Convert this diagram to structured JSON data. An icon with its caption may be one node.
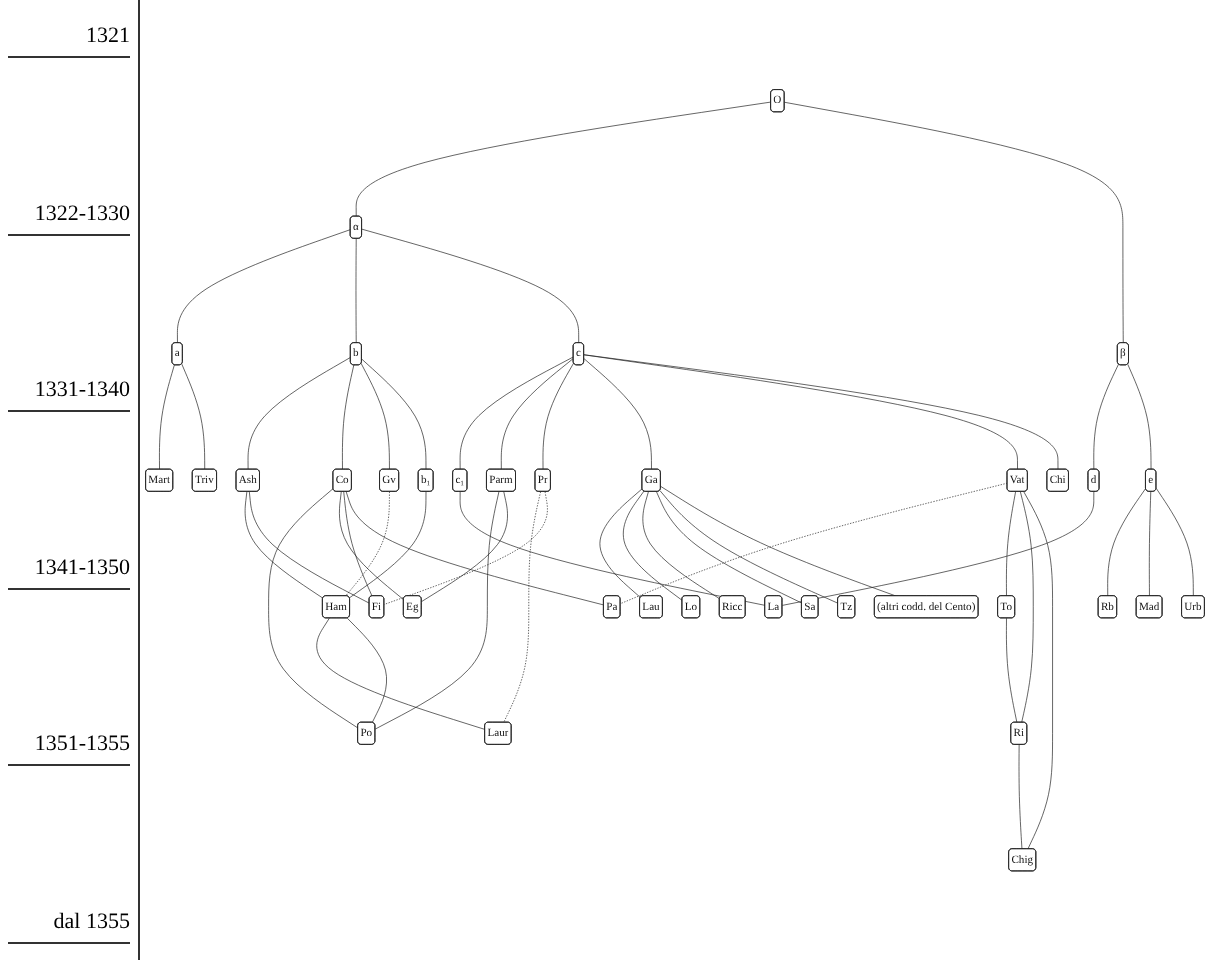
{
  "diagram": {
    "nodes": [
      {
        "text": [
          "O"
        ]
      },
      {
        "text": [
          "α"
        ]
      },
      {
        "text": [
          "β"
        ]
      },
      {
        "text": [
          "a"
        ]
      },
      {
        "text": [
          "b"
        ]
      },
      {
        "text": [
          "c"
        ]
      },
      {
        "text": [
          "d"
        ]
      },
      {
        "text": [
          "e"
        ]
      },
      {
        "text": [
          "Mart"
        ]
      },
      {
        "text": [
          "c₁"
        ]
      },
      {
        "text": [
          "Triv"
        ]
      },
      {
        "text": [
          "Ash"
        ]
      },
      {
        "text": [
          "Co"
        ]
      },
      {
        "text": [
          "Gv"
        ]
      },
      {
        "text": [
          "b₁"
        ]
      },
      {
        "text": [
          "La"
        ]
      },
      {
        "text": [
          "Rb"
        ]
      },
      {
        "text": [
          "Ham"
        ]
      },
      {
        "text": [
          "Parm"
        ]
      },
      {
        "text": [
          "Pr"
        ]
      },
      {
        "text": [
          "Ga"
        ]
      },
      {
        "text": [
          "Vat"
        ]
      },
      {
        "text": [
          "Chi"
        ]
      },
      {
        "text": [
          "Pa"
        ]
      },
      {
        "text": [
          "Mad"
        ]
      },
      {
        "text": [
          "Urb"
        ]
      },
      {
        "text": [
          "Laur"
        ]
      },
      {
        "text": [
          "Po"
        ]
      },
      {
        "text": [
          "Eg"
        ]
      },
      {
        "text": [
          "Fi"
        ]
      },
      {
        "text": [
          "Lau"
        ]
      },
      {
        "text": [
          "Lo"
        ]
      },
      {
        "text": [
          "Ricc"
        ]
      },
      {
        "text": [
          "Sa"
        ]
      },
      {
        "text": [
          "Tz"
        ]
      },
      {
        "text": [
          "(altri codd. del Cento)"
        ]
      },
      {
        "text": [
          "To"
        ]
      },
      {
        "text": [
          "Ri"
        ]
      },
      {
        "text": [
          "Chig"
        ]
      }
    ],
    "edges": [
      {
        "from": 0,
        "to": 1,
        "arrow": "none"
      },
      {
        "from": 0,
        "to": 2,
        "arrow": "none"
      },
      {
        "from": 1,
        "to": 3,
        "arrow": "none"
      },
      {
        "from": 1,
        "to": 4,
        "arrow": "none"
      },
      {
        "from": 1,
        "to": 5,
        "arrow": "none"
      },
      {
        "from": 2,
        "to": 6,
        "arrow": "none"
      },
      {
        "from": 2,
        "to": 7,
        "arrow": "none"
      },
      {
        "from": 3,
        "to": 8,
        "arrow": "none"
      },
      {
        "from": 3,
        "to": 10,
        "arrow": "none"
      },
      {
        "from": 4,
        "to": 11,
        "arrow": "none"
      },
      {
        "from": 4,
        "to": 12,
        "arrow": "none"
      },
      {
        "from": 4,
        "to": 13,
        "arrow": "none"
      },
      {
        "from": 4,
        "to": 14,
        "arrow": "none"
      },
      {
        "from": 5,
        "to": 9,
        "arrow": "none"
      },
      {
        "from": 9,
        "to": 15,
        "arrow": "none"
      },
      {
        "from": 6,
        "to": 15,
        "arrow": "none"
      },
      {
        "from": 5,
        "to": 18,
        "arrow": "none"
      },
      {
        "from": 5,
        "to": 19,
        "arrow": "none"
      },
      {
        "from": 5,
        "to": 20,
        "arrow": "none"
      },
      {
        "from": 5,
        "to": 21,
        "arrow": "none"
      },
      {
        "from": 5,
        "to": 22,
        "arrow": "none"
      },
      {
        "from": 7,
        "to": 16,
        "arrow": "none"
      },
      {
        "from": 7,
        "to": 24,
        "arrow": "none"
      },
      {
        "from": 7,
        "to": 25,
        "arrow": "none"
      },
      {
        "from": 11,
        "to": 17,
        "arrow": "none"
      },
      {
        "from": 11,
        "to": 29,
        "arrow": "none"
      },
      {
        "from": 12,
        "to": 27,
        "arrow": "none"
      },
      {
        "from": 12,
        "to": 28,
        "arrow": "none"
      },
      {
        "from": 12,
        "to": 29,
        "arrow": "none"
      },
      {
        "from": 12,
        "to": 23,
        "arrow": "none"
      },
      {
        "from": 13,
        "to": 17,
        "arrow": "none",
        "style": "dashed"
      },
      {
        "from": 14,
        "to": 17,
        "arrow": "none"
      },
      {
        "from": 17,
        "to": 26,
        "arrow": "none"
      },
      {
        "from": 17,
        "to": 27,
        "arrow": "none"
      },
      {
        "from": 18,
        "to": 27,
        "arrow": "none"
      },
      {
        "from": 18,
        "to": 28,
        "arrow": "none"
      },
      {
        "from": 19,
        "to": 26,
        "arrow": "none",
        "style": "dashed"
      },
      {
        "from": 19,
        "to": 29,
        "arrow": "none",
        "style": "dashed"
      },
      {
        "from": 21,
        "to": 23,
        "arrow": "none",
        "style": "dashed"
      },
      {
        "from": 20,
        "to": 30,
        "arrow": "none"
      },
      {
        "from": 20,
        "to": 31,
        "arrow": "none"
      },
      {
        "from": 20,
        "to": 32,
        "arrow": "none"
      },
      {
        "from": 20,
        "to": 33,
        "arrow": "none"
      },
      {
        "from": 20,
        "to": 34,
        "arrow": "none"
      },
      {
        "from": 20,
        "to": 35,
        "arrow": "none"
      },
      {
        "from": 21,
        "to": 36,
        "arrow": "none"
      },
      {
        "from": 21,
        "to": 37,
        "arrow": "none"
      },
      {
        "from": 21,
        "to": 38,
        "arrow": "none"
      },
      {
        "from": 36,
        "to": 37,
        "arrow": "none"
      },
      {
        "from": 37,
        "to": 38,
        "arrow": "none"
      }
    ],
    "labels": [
      "1321",
      "1322-1330",
      "1331-1340",
      "1341-1350",
      "1351-1355",
      "dal 1355"
    ]
  }
}
